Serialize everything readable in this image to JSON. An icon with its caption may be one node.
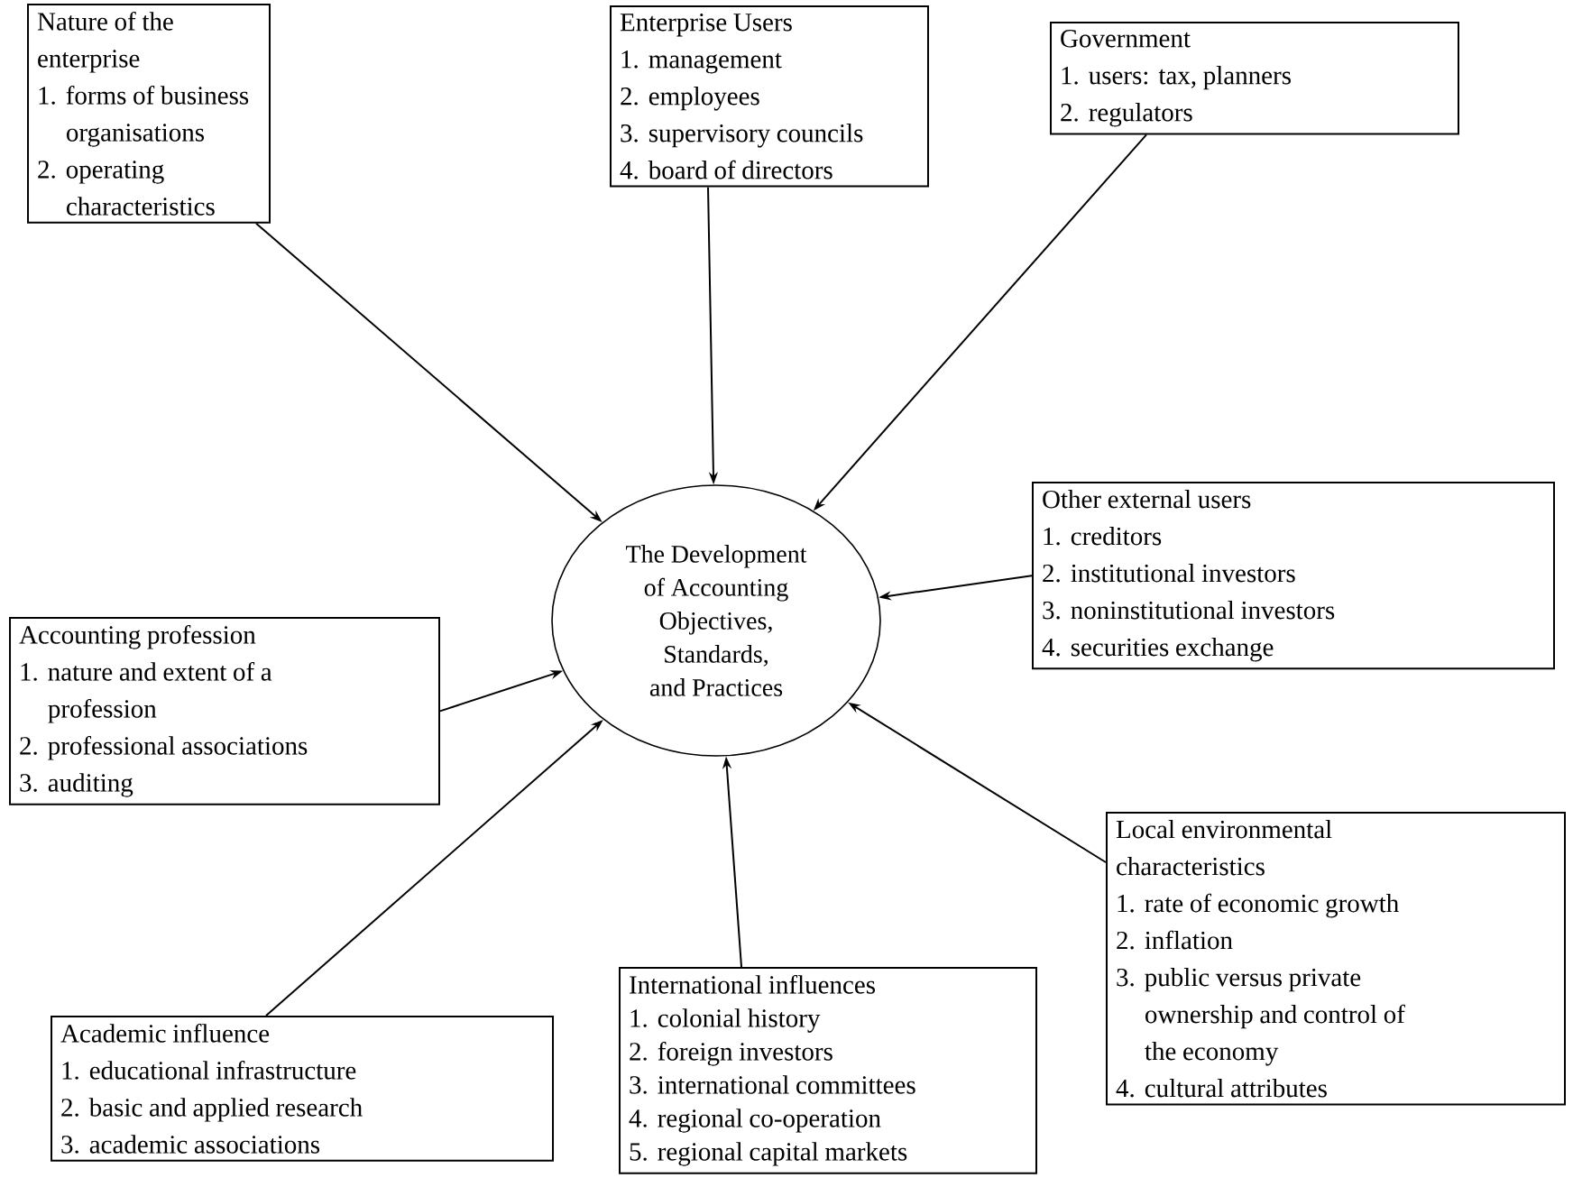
{
  "diagram": {
    "nodes": [
      {
        "text": [
          "Nature of the enterprise",
          "1. forms of business organisations",
          "2. operating characteristics"
        ]
      },
      {
        "text": [
          "Enterprise Users",
          "1. management",
          "2. employees",
          "3. supervisory councils",
          "4. board of directors"
        ]
      },
      {
        "text": [
          "Government",
          "1. users: tax, planners",
          "2. regulators"
        ]
      },
      {
        "text": [
          "Other external users",
          "1. creditors",
          "2. institutional investors",
          "3. noninstitutional investors",
          "4. securities exchange"
        ]
      },
      {
        "text": [
          "Accounting profession",
          "1. nature and extent of a profession",
          "2. professional associations",
          "3. auditing"
        ]
      },
      {
        "text": [
          "The Development of Accounting Objectives, Standards, and Practices"
        ]
      },
      {
        "text": [
          "Academic influence",
          "1. educational infrastructure",
          "2. basic and applied research",
          "3. academic associations"
        ]
      },
      {
        "text": [
          "International influences",
          "1. colonial history",
          "2. foreign investors",
          "3. international committees",
          "4. regional co-operation",
          "5. regional capital markets"
        ]
      },
      {
        "text": [
          "Local environmental characteristics",
          "1. rate of economic growth",
          "2. inflation",
          "3. public versus private ownership and control of the economy",
          "4. cultural attributes"
        ]
      }
    ],
    "edges": [
      {
        "from": 0,
        "to": 5,
        "arrow": "to"
      },
      {
        "from": 1,
        "to": 5,
        "arrow": "to"
      },
      {
        "from": 2,
        "to": 5,
        "arrow": "to"
      },
      {
        "from": 3,
        "to": 5,
        "arrow": "to"
      },
      {
        "from": 4,
        "to": 5,
        "arrow": "to"
      },
      {
        "from": 6,
        "to": 5,
        "arrow": "to"
      },
      {
        "from": 7,
        "to": 5,
        "arrow": "to"
      },
      {
        "from": 8,
        "to": 5,
        "arrow": "to"
      }
    ]
  }
}
